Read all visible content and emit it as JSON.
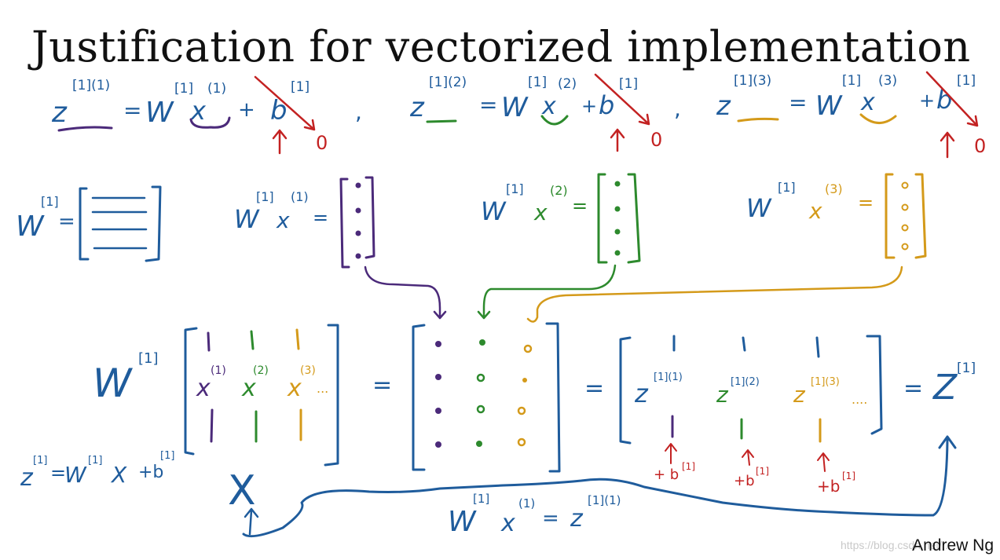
{
  "title": "Justification for vectorized implementation",
  "author": "Andrew Ng",
  "watermark": "https://blog.csdn.net/...",
  "colors": {
    "blue": "#1f5c9c",
    "purple": "#4b2a7a",
    "green": "#2d8a2d",
    "orange": "#d49a1a",
    "red": "#c32222"
  },
  "row1": {
    "eq1": {
      "lhs": "z",
      "lhs_sup": "[1](1)",
      "eq": "=",
      "w": "W",
      "w_sup": "[1]",
      "x": "x",
      "x_sup": "(1)",
      "plus": "+",
      "b": "b",
      "b_sup": "[1]",
      "zero": "0"
    },
    "sep1": ",",
    "eq2": {
      "lhs": "z",
      "lhs_sup": "[1](2)",
      "eq": "=",
      "w": "W",
      "w_sup": "[1]",
      "x": "x",
      "x_sup": "(2)",
      "plus": "+",
      "b": "b",
      "b_sup": "[1]",
      "zero": "0"
    },
    "sep2": ",",
    "eq3": {
      "lhs": "z",
      "lhs_sup": "[1](3)",
      "eq": "=",
      "w": "W",
      "w_sup": "[1]",
      "x": "x",
      "x_sup": "(3)",
      "plus": "+",
      "b": "b",
      "b_sup": "[1]",
      "zero": "0"
    }
  },
  "row2": {
    "w_label": "W",
    "w_sup": "[1]",
    "w_eq": "=",
    "p1": {
      "w": "W",
      "w_sup": "[1]",
      "x": "x",
      "x_sup": "(1)",
      "eq": "="
    },
    "p2": {
      "w": "W",
      "w_sup": "[1]",
      "x": "x",
      "x_sup": "(2)",
      "eq": "="
    },
    "p3": {
      "w": "W",
      "w_sup": "[1]",
      "x": "x",
      "x_sup": "(3)",
      "eq": "="
    }
  },
  "row3": {
    "w": "W",
    "w_sup": "[1]",
    "cols": [
      {
        "x": "x",
        "sup": "(1)"
      },
      {
        "x": "x",
        "sup": "(2)"
      },
      {
        "x": "x",
        "sup": "(3)"
      }
    ],
    "ellipsis": "...",
    "eq1": "=",
    "eq2": "=",
    "zcols": [
      {
        "z": "z",
        "sup": "[1](1)"
      },
      {
        "z": "z",
        "sup": "[1](2)"
      },
      {
        "z": "z",
        "sup": "[1](3)"
      }
    ],
    "zellipsis": "....",
    "eq3": "=",
    "Z": "Z",
    "Z_sup": "[1]",
    "plus_b": [
      {
        "text": "+ b",
        "sup": "[1]"
      },
      {
        "text": "+b",
        "sup": "[1]"
      },
      {
        "text": "+b",
        "sup": "[1]"
      }
    ]
  },
  "bottom": {
    "formula": {
      "z": "z",
      "z_sup": "[1]",
      "eq": "=",
      "w": "W",
      "w_sup": "[1]",
      "x": "X",
      "plus": "+b",
      "b_sup": "[1]"
    },
    "X_label": "X",
    "note": {
      "w": "W",
      "w_sup": "[1]",
      "x": "x",
      "x_sup": "(1)",
      "eq": "=",
      "z": "z",
      "z_sup": "[1](1)"
    }
  }
}
